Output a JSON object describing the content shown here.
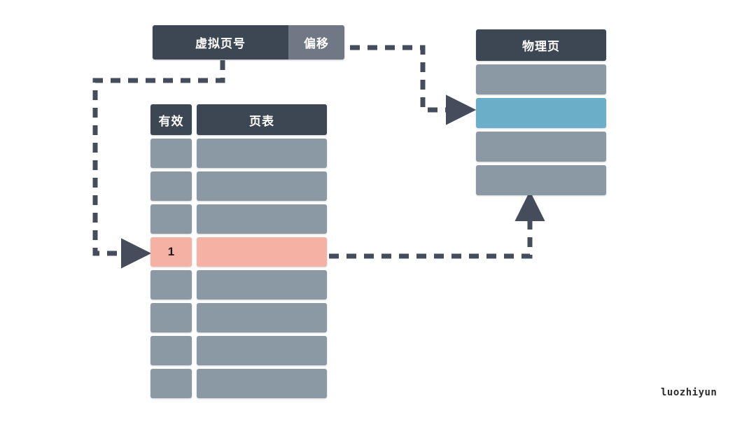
{
  "diagram": {
    "title": "virtual-address-to-physical-page-translation",
    "watermark": "luozhiyun"
  },
  "virtual_address": {
    "vpn_label": "虚拟页号",
    "offset_label": "偏移"
  },
  "page_table": {
    "headers": [
      "有效",
      "页表"
    ],
    "rows": [
      {
        "valid": "",
        "entry": "",
        "highlight": false
      },
      {
        "valid": "",
        "entry": "",
        "highlight": false
      },
      {
        "valid": "",
        "entry": "",
        "highlight": false
      },
      {
        "valid": "1",
        "entry": "",
        "highlight": true
      },
      {
        "valid": "",
        "entry": "",
        "highlight": false
      },
      {
        "valid": "",
        "entry": "",
        "highlight": false
      },
      {
        "valid": "",
        "entry": "",
        "highlight": false
      },
      {
        "valid": "",
        "entry": "",
        "highlight": false
      }
    ]
  },
  "physical_pages": {
    "header": "物理页",
    "rows": [
      {
        "state": "gray"
      },
      {
        "state": "teal"
      },
      {
        "state": "gray"
      },
      {
        "state": "gray"
      }
    ]
  },
  "arrows": [
    {
      "name": "vpn-to-page-table-arrow",
      "from": "虚拟页号",
      "to": "页表有效行"
    },
    {
      "name": "offset-to-physical-page-arrow",
      "from": "偏移",
      "to": "物理页高亮行"
    },
    {
      "name": "page-table-entry-to-physical-page-arrow",
      "from": "页表高亮项",
      "to": "物理页"
    }
  ],
  "colors": {
    "header_dark": "#3d4653",
    "offset_gray": "#6f7884",
    "cell_gray": "#8b99a5",
    "highlight_pink": "#f5b2a4",
    "highlight_teal": "#6aaec8",
    "arrow": "#454d5c"
  }
}
